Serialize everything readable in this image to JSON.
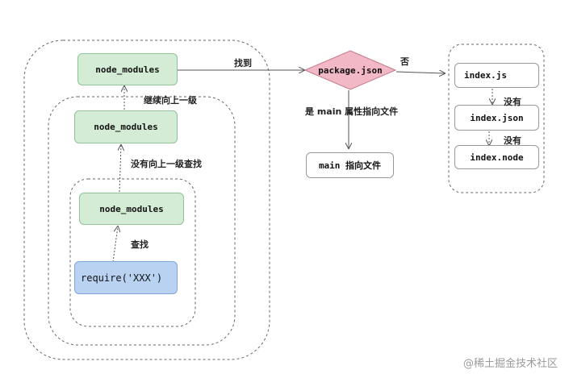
{
  "nodes": {
    "node_modules_outer": "node_modules",
    "node_modules_middle": "node_modules",
    "node_modules_inner": "node_modules",
    "require": "require('XXX')",
    "package_json": "package.json",
    "main_file": "main 指向文件",
    "index_js": "index.js",
    "index_json": "index.json",
    "index_node": "index.node"
  },
  "edges": {
    "found": "找到",
    "continue_up": "继续向上一级",
    "none_up_search": "没有向上一级查找",
    "search": "查找",
    "no": "否",
    "yes_main": "是 main 属性指向文件",
    "none_1": "没有",
    "none_2": "没有"
  },
  "watermark": "@稀土掘金技术社区",
  "colors": {
    "green_fill": "#d4ecd6",
    "blue_fill": "#b9d2f2",
    "diamond_fill": "#f2b8c6"
  }
}
